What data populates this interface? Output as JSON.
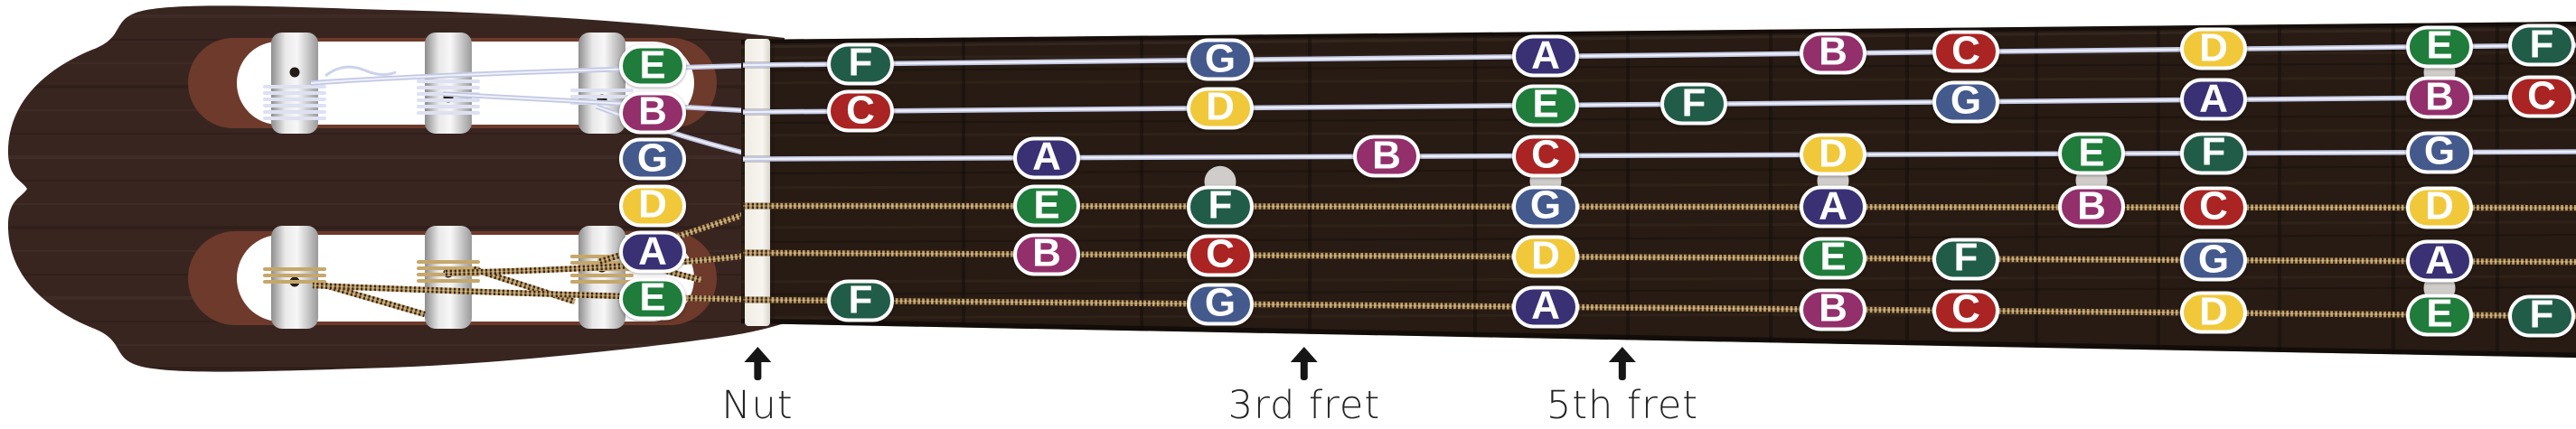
{
  "diagram": {
    "type": "guitar-fretboard-natural-notes",
    "note_colors": {
      "A": "#3a3174",
      "B": "#932f6b",
      "C": "#a92423",
      "D": "#f0c83a",
      "E": "#1f7c3b",
      "F": "#215c48",
      "G": "#44598c"
    },
    "strings": [
      {
        "number": 1,
        "open_note": "E",
        "notes": [
          {
            "fret": 0,
            "note": "E"
          },
          {
            "fret": 1,
            "note": "F"
          },
          {
            "fret": 3,
            "note": "G"
          },
          {
            "fret": 5,
            "note": "A"
          },
          {
            "fret": 7,
            "note": "B"
          },
          {
            "fret": 8,
            "note": "C"
          },
          {
            "fret": 10,
            "note": "D"
          },
          {
            "fret": 12,
            "note": "E"
          },
          {
            "fret": 13,
            "note": "F"
          }
        ]
      },
      {
        "number": 2,
        "open_note": "B",
        "notes": [
          {
            "fret": 0,
            "note": "B"
          },
          {
            "fret": 1,
            "note": "C"
          },
          {
            "fret": 3,
            "note": "D"
          },
          {
            "fret": 5,
            "note": "E"
          },
          {
            "fret": 6,
            "note": "F"
          },
          {
            "fret": 8,
            "note": "G"
          },
          {
            "fret": 10,
            "note": "A"
          },
          {
            "fret": 12,
            "note": "B"
          },
          {
            "fret": 13,
            "note": "C"
          }
        ]
      },
      {
        "number": 3,
        "open_note": "G",
        "notes": [
          {
            "fret": 0,
            "note": "G"
          },
          {
            "fret": 2,
            "note": "A"
          },
          {
            "fret": 4,
            "note": "B"
          },
          {
            "fret": 5,
            "note": "C"
          },
          {
            "fret": 7,
            "note": "D"
          },
          {
            "fret": 9,
            "note": "E"
          },
          {
            "fret": 10,
            "note": "F"
          },
          {
            "fret": 12,
            "note": "G"
          }
        ]
      },
      {
        "number": 4,
        "open_note": "D",
        "notes": [
          {
            "fret": 0,
            "note": "D"
          },
          {
            "fret": 2,
            "note": "E"
          },
          {
            "fret": 3,
            "note": "F"
          },
          {
            "fret": 5,
            "note": "G"
          },
          {
            "fret": 7,
            "note": "A"
          },
          {
            "fret": 9,
            "note": "B"
          },
          {
            "fret": 10,
            "note": "C"
          },
          {
            "fret": 12,
            "note": "D"
          }
        ]
      },
      {
        "number": 5,
        "open_note": "A",
        "notes": [
          {
            "fret": 0,
            "note": "A"
          },
          {
            "fret": 2,
            "note": "B"
          },
          {
            "fret": 3,
            "note": "C"
          },
          {
            "fret": 5,
            "note": "D"
          },
          {
            "fret": 7,
            "note": "E"
          },
          {
            "fret": 8,
            "note": "F"
          },
          {
            "fret": 10,
            "note": "G"
          },
          {
            "fret": 12,
            "note": "A"
          }
        ]
      },
      {
        "number": 6,
        "open_note": "E",
        "notes": [
          {
            "fret": 0,
            "note": "E"
          },
          {
            "fret": 1,
            "note": "F"
          },
          {
            "fret": 3,
            "note": "G"
          },
          {
            "fret": 5,
            "note": "A"
          },
          {
            "fret": 7,
            "note": "B"
          },
          {
            "fret": 8,
            "note": "C"
          },
          {
            "fret": 10,
            "note": "D"
          },
          {
            "fret": 12,
            "note": "E"
          },
          {
            "fret": 13,
            "note": "F"
          }
        ]
      }
    ],
    "inlay_dots": {
      "single_frets": [
        3,
        5,
        7,
        9
      ],
      "double_frets": [
        12
      ]
    }
  },
  "labels": [
    {
      "text": "Nut",
      "points_to": "nut"
    },
    {
      "text": "3rd fret",
      "points_to": "fret-3"
    },
    {
      "text": "5th fret",
      "points_to": "fret-5"
    }
  ]
}
